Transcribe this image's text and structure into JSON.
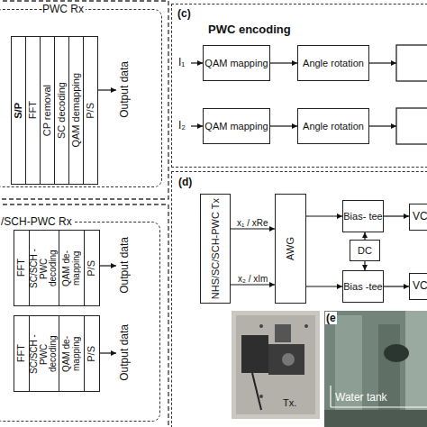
{
  "diagram": {
    "nodes": [
      {
        "text": [
          "-PWC Rx"
        ]
      },
      {
        "text": [
          "S/P"
        ],
        "in": 0
      },
      {
        "text": [
          "FFT"
        ],
        "in": 0
      },
      {
        "text": [
          "CP removal"
        ],
        "in": 0
      },
      {
        "text": [
          "SC decoding"
        ],
        "in": 0
      },
      {
        "text": [
          "QAM demapping"
        ],
        "in": 0
      },
      {
        "text": [
          "P/S"
        ],
        "in": 0
      },
      {
        "text": [
          "/SCH-PWC Rx"
        ]
      },
      {
        "text": [
          "FFT"
        ],
        "in": 7
      },
      {
        "text": [
          "SC/SCH -PWC decoding"
        ],
        "in": 7
      },
      {
        "text": [
          "QAM de-mapping"
        ],
        "in": 7
      },
      {
        "text": [
          "P/S"
        ],
        "in": 7
      },
      {
        "text": [
          "FFT"
        ],
        "in": 7
      },
      {
        "text": [
          "SC/SCH -PWC decoding"
        ],
        "in": 7
      },
      {
        "text": [
          "QAM de-mapping"
        ],
        "in": 7
      },
      {
        "text": [
          "P/S"
        ],
        "in": 7
      },
      {
        "text": [
          "(c)",
          "PWC encoding"
        ]
      },
      {
        "text": [
          "QAM mapping"
        ],
        "in": 16
      },
      {
        "text": [
          "Angle rotation"
        ],
        "in": 16
      },
      {
        "text": [
          "QAM mapping"
        ],
        "in": 16
      },
      {
        "text": [
          "Angle rotation"
        ],
        "in": 16
      },
      {
        "text": [
          "(d)"
        ]
      },
      {
        "text": [
          "NHS/SC/SCH-PWC Tx"
        ],
        "in": 21
      },
      {
        "text": [
          "AWG"
        ],
        "in": 21
      },
      {
        "text": [
          "Bias- tee"
        ],
        "in": 21
      },
      {
        "text": [
          "DC"
        ],
        "in": 21
      },
      {
        "text": [
          "Bias -tee"
        ],
        "in": 21
      },
      {
        "text": [
          "VC"
        ],
        "in": 21
      },
      {
        "text": [
          "VC"
        ],
        "in": 21
      }
    ],
    "edges": [
      {
        "from": 22,
        "to": 23,
        "label": "x₁ / xRe",
        "arrow": "to"
      },
      {
        "from": 22,
        "to": 23,
        "label": "x₂ / xIm",
        "arrow": "to"
      },
      {
        "from": 23,
        "to": 24,
        "arrow": "to"
      },
      {
        "from": 23,
        "to": 26,
        "arrow": "to"
      },
      {
        "from": 25,
        "to": 24,
        "arrow": "to"
      },
      {
        "from": 25,
        "to": 26,
        "arrow": "to"
      },
      {
        "from": 24,
        "to": 27,
        "arrow": "to"
      },
      {
        "from": 26,
        "to": 28,
        "arrow": "to"
      },
      {
        "from": 17,
        "to": 18,
        "arrow": "to"
      },
      {
        "from": 19,
        "to": 20,
        "arrow": "to"
      }
    ],
    "labels": [
      "Output data",
      "Output data",
      "Output data",
      "I₁",
      "I₂",
      "Tx.",
      "(e",
      "Water tank"
    ]
  }
}
